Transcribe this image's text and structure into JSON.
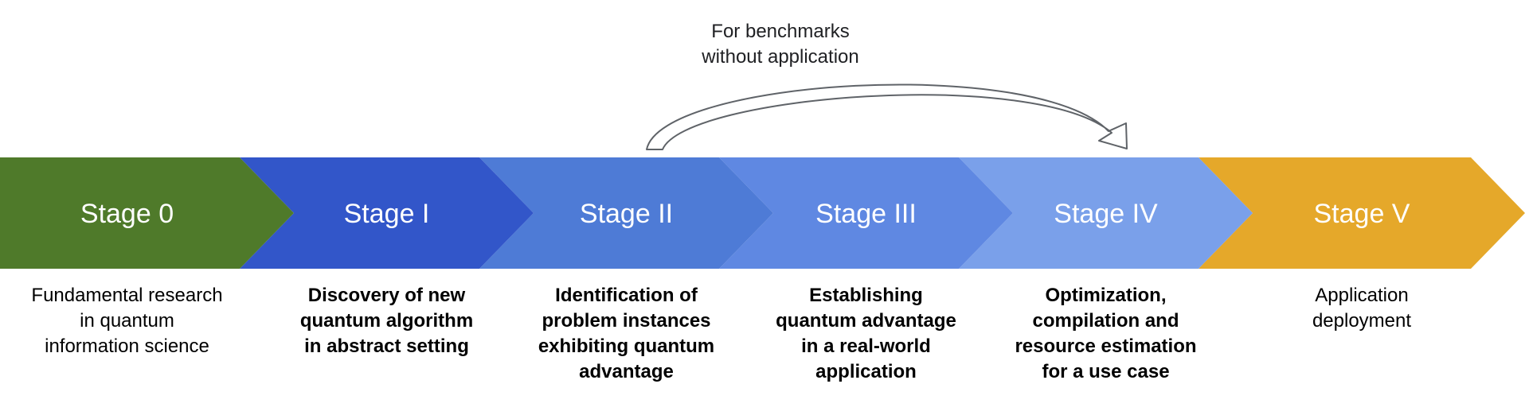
{
  "colors": {
    "stage_0": "#4f7a2a",
    "stage_1": "#3256c9",
    "stage_2": "#4e7bd6",
    "stage_3": "#5f88e2",
    "stage_4": "#7aa0ea",
    "stage_5": "#e5a82a",
    "stage_label": "#ffffff",
    "curve_fill": "#ffffff",
    "curve_stroke": "#5f6368"
  },
  "benchmark_note": {
    "lines": [
      "For benchmarks",
      "without application"
    ]
  },
  "stages": [
    {
      "label": "Stage 0",
      "description": [
        "Fundamental research",
        "in quantum",
        "information science"
      ],
      "bold": false
    },
    {
      "label": "Stage I",
      "description": [
        "Discovery of new",
        "quantum algorithm",
        "in abstract setting"
      ],
      "bold": true
    },
    {
      "label": "Stage II",
      "description": [
        "Identification of",
        "problem instances",
        "exhibiting quantum",
        "advantage"
      ],
      "bold": true
    },
    {
      "label": "Stage III",
      "description": [
        "Establishing",
        "quantum advantage",
        "in a real-world",
        "application"
      ],
      "bold": true
    },
    {
      "label": "Stage IV",
      "description": [
        "Optimization,",
        "compilation and",
        "resource estimation",
        "for a use case"
      ],
      "bold": true
    },
    {
      "label": "Stage V",
      "description": [
        "Application",
        "deployment"
      ],
      "bold": false
    }
  ]
}
